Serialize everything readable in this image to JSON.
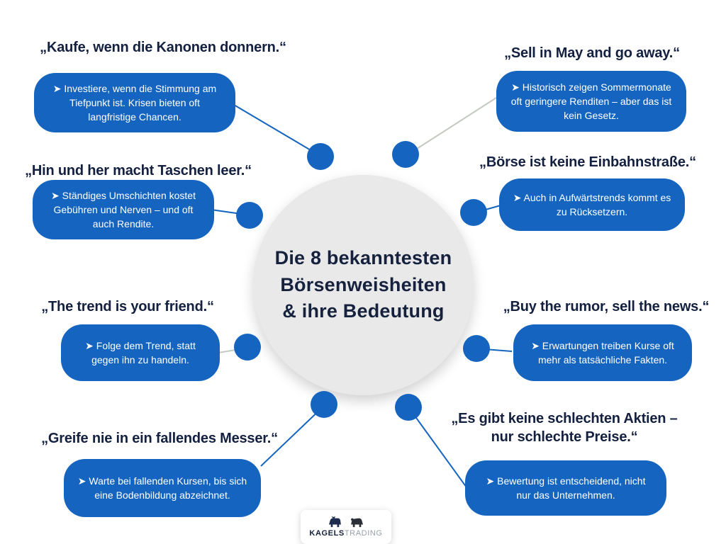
{
  "center": {
    "title_lines": [
      "Die 8 bekanntesten",
      "Börsenweisheiten",
      "& ihre Bedeutung"
    ]
  },
  "items": [
    {
      "quote": "„Kaufe, wenn die Kanonen donnern.“",
      "meaning": "➤ Investiere, wenn die Stimmung am Tiefpunkt ist. Krisen bieten oft langfristige Chancen."
    },
    {
      "quote": "„Sell in May and go away.“",
      "meaning": "➤ Historisch zeigen Sommermonate oft geringere Renditen – aber das ist kein Gesetz."
    },
    {
      "quote": "„Hin und her macht Taschen leer.“",
      "meaning": "➤ Ständiges Umschichten kostet Gebühren und Nerven – und oft auch Rendite."
    },
    {
      "quote": "„Börse ist keine Einbahnstraße.“",
      "meaning": "➤ Auch in Aufwärtstrends kommt es zu Rücksetzern."
    },
    {
      "quote": "„The trend is your friend.“",
      "meaning": "➤ Folge dem Trend, statt gegen ihn zu handeln."
    },
    {
      "quote": "„Buy the rumor, sell the news.“",
      "meaning": "➤ Erwartungen treiben Kurse oft mehr als tatsächliche Fakten."
    },
    {
      "quote": "„Greife nie in ein fallendes Messer.“",
      "meaning": "➤ Warte bei fallenden Kursen, bis sich eine Bodenbildung abzeichnet."
    },
    {
      "quote": "„Es gibt keine schlechten Aktien – nur schlechte Preise.“",
      "meaning": "➤ Bewertung ist entscheidend, nicht nur das Unternehmen."
    }
  ],
  "logo": {
    "brand_bold": "KAGELS",
    "brand_light": "TRADING"
  },
  "colors": {
    "accent_blue": "#1565c0",
    "heading_navy": "#13203f",
    "circle_gray": "#e9e9e9",
    "connector_gray": "#c3c8c0"
  }
}
